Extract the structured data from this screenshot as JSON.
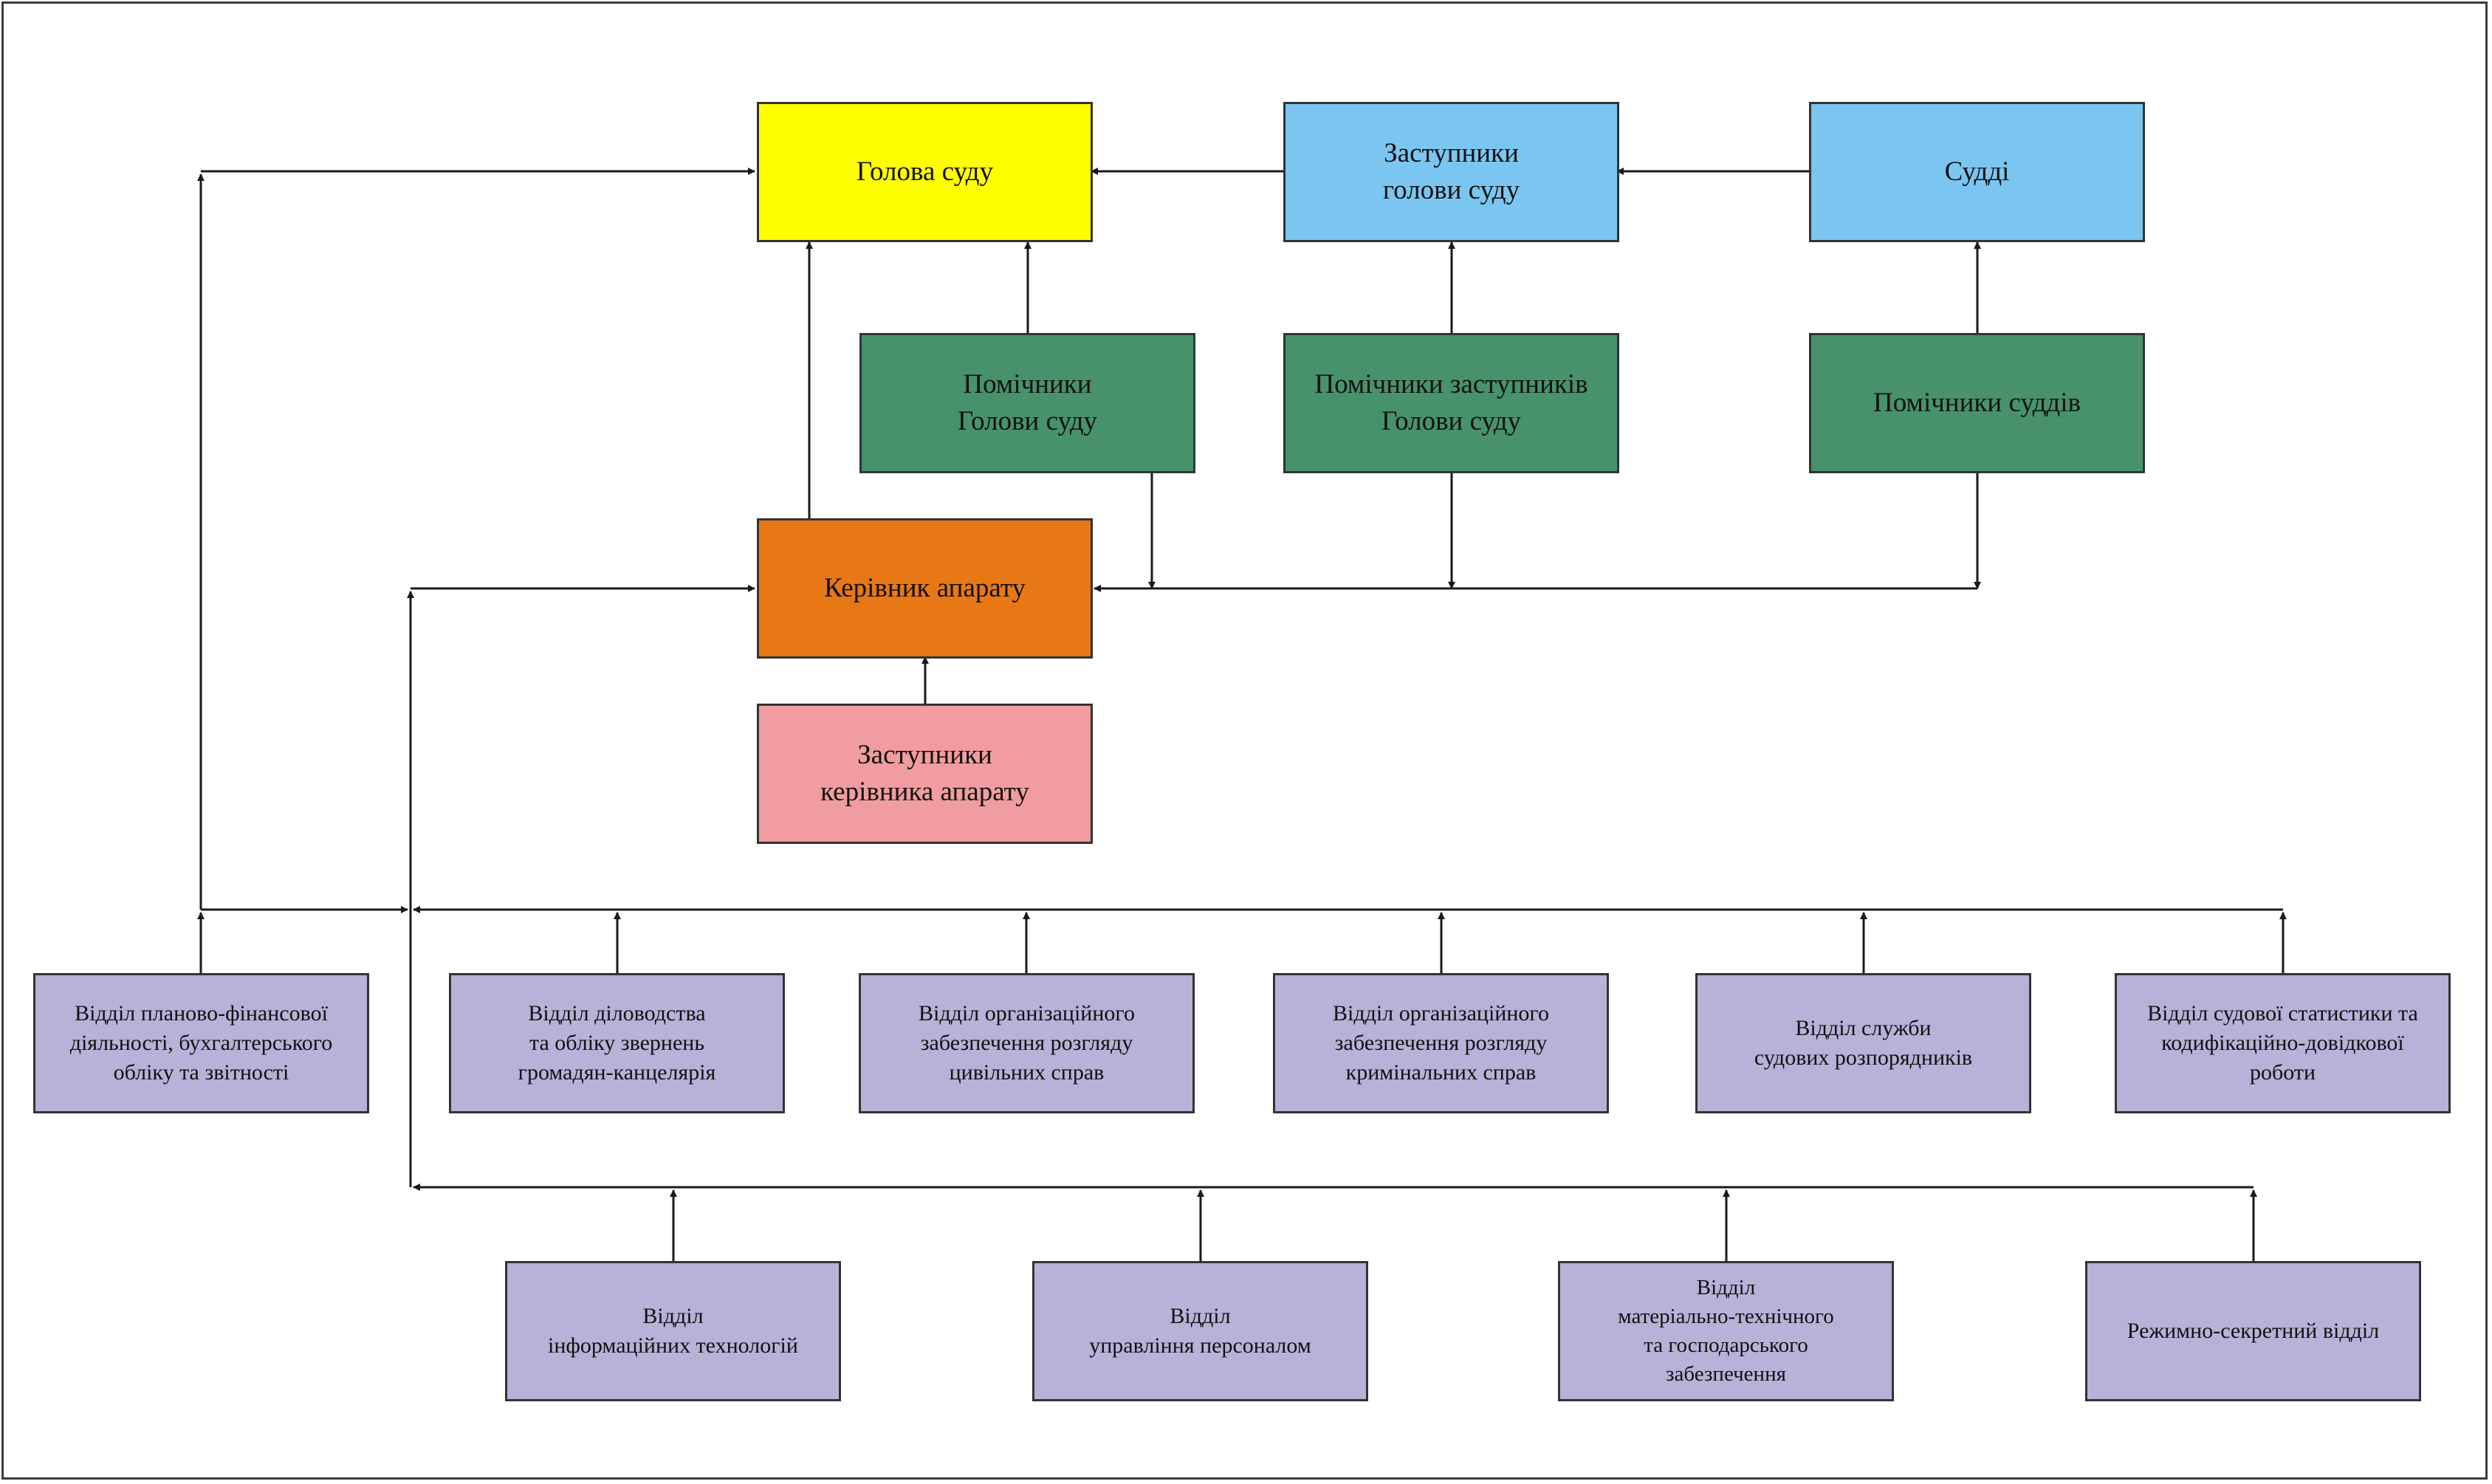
{
  "nodes": {
    "head": "Голова суду",
    "deputies": "Заступники\nголови суду",
    "judges": "Судді",
    "head_assistants": "Помічники\nГолови суду",
    "deputy_assistants": "Помічники заступників\nГолови суду",
    "judge_assistants": "Помічники суддів",
    "chief_of_staff": "Керівник апарату",
    "chief_deputies": "Заступники\nкерівника апарату"
  },
  "departments_row1": [
    "Відділ планово-фінансової\nдіяльності, бухгалтерського\nобліку та звітності",
    "Відділ діловодства\nта обліку звернень\nгромадян-канцелярія",
    "Відділ організаційного\nзабезпечення розгляду\nцивільних справ",
    "Відділ організаційного\nзабезпечення розгляду\nкримінальних справ",
    "Відділ служби\nсудових розпорядників",
    "Відділ судової статистики та\nкодифікаційно-довідкової\nроботи"
  ],
  "departments_row2": [
    "Відділ\nінформаційних технологій",
    "Відділ\nуправління персоналом",
    "Відділ\nматеріально-технічного\nта господарського\nзабезпечення",
    "Режимно-секретний відділ"
  ],
  "colors": {
    "head": "#ffff00",
    "deputies_judges": "#7bc6f0",
    "assistants": "#47926b",
    "chief_of_staff": "#e87816",
    "chief_deputies": "#f19ca0",
    "departments": "#b8b1d8"
  }
}
